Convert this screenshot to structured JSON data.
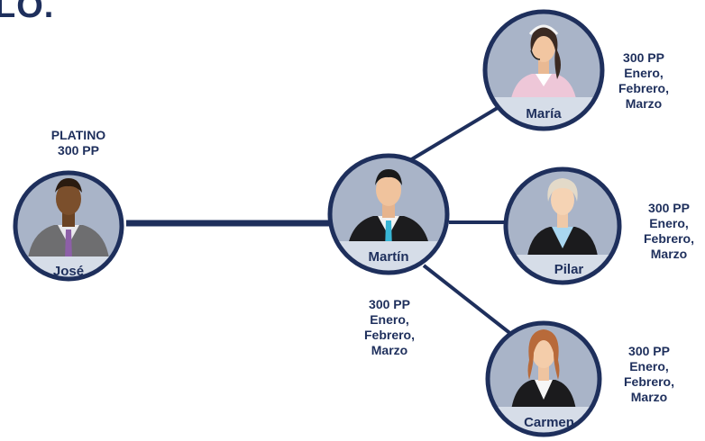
{
  "corner_title": "LO.",
  "colors": {
    "navy": "#1e2f5c",
    "circle_bg": "#a9b4c8",
    "name_band": "#d6dde8"
  },
  "people": {
    "jose": {
      "name": "José"
    },
    "martin": {
      "name": "Martín"
    },
    "maria": {
      "name": "María"
    },
    "pilar": {
      "name": "Pilar"
    },
    "carmen": {
      "name": "Carmen"
    }
  },
  "labels": {
    "jose": {
      "line1": "PLATINO",
      "line2": "300 PP"
    },
    "martin": {
      "line1": "300 PP",
      "line2": "Enero,",
      "line3": "Febrero,",
      "line4": "Marzo"
    },
    "maria": {
      "line1": "300 PP",
      "line2": "Enero,",
      "line3": "Febrero,",
      "line4": "Marzo"
    },
    "pilar": {
      "line1": "300 PP",
      "line2": "Enero,",
      "line3": "Febrero,",
      "line4": "Marzo"
    },
    "carmen": {
      "line1": "300 PP",
      "line2": "Enero,",
      "line3": "Febrero,",
      "line4": "Marzo"
    }
  }
}
